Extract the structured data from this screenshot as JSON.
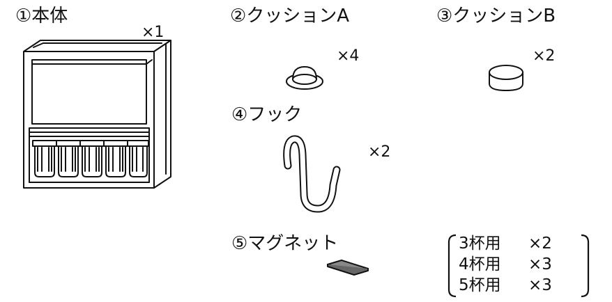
{
  "parts": {
    "body": {
      "label": "①本体",
      "qty": "×1"
    },
    "cushion_a": {
      "label": "②クッションA",
      "qty": "×4"
    },
    "cushion_b": {
      "label": "③クッションB",
      "qty": "×2"
    },
    "hook": {
      "label": "④フック",
      "qty": "×2"
    },
    "magnet": {
      "label": "⑤マグネット",
      "rows": [
        {
          "name": "3杯用",
          "qty": "×2"
        },
        {
          "name": "4杯用",
          "qty": "×3"
        },
        {
          "name": "5杯用",
          "qty": "×3"
        }
      ]
    }
  }
}
